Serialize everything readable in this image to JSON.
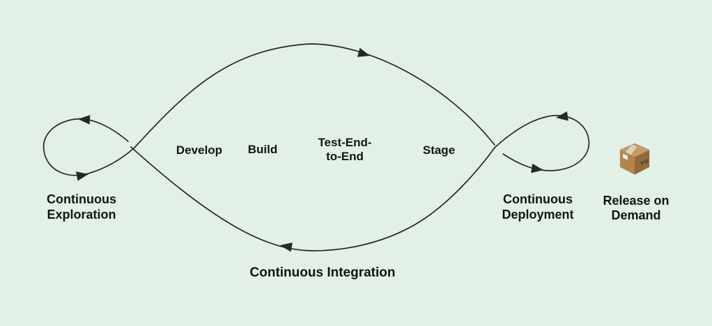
{
  "diagram": {
    "type": "continuous-delivery-pipeline-flow",
    "colors": {
      "background": "#e2f0e8",
      "line": "#242a26",
      "text": "#101610"
    },
    "stages": {
      "develop": "Develop",
      "build": "Build",
      "test_line1": "Test-End-",
      "test_line2": "to-End",
      "stage": "Stage"
    },
    "loops": {
      "exploration": {
        "line1": "Continuous",
        "line2": "Exploration"
      },
      "integration": {
        "label": "Continuous Integration"
      },
      "deployment": {
        "line1": "Continuous",
        "line2": "Deployment"
      }
    },
    "release": {
      "line1": "Release on",
      "line2": "Demand",
      "icon": "package-box-icon"
    }
  }
}
